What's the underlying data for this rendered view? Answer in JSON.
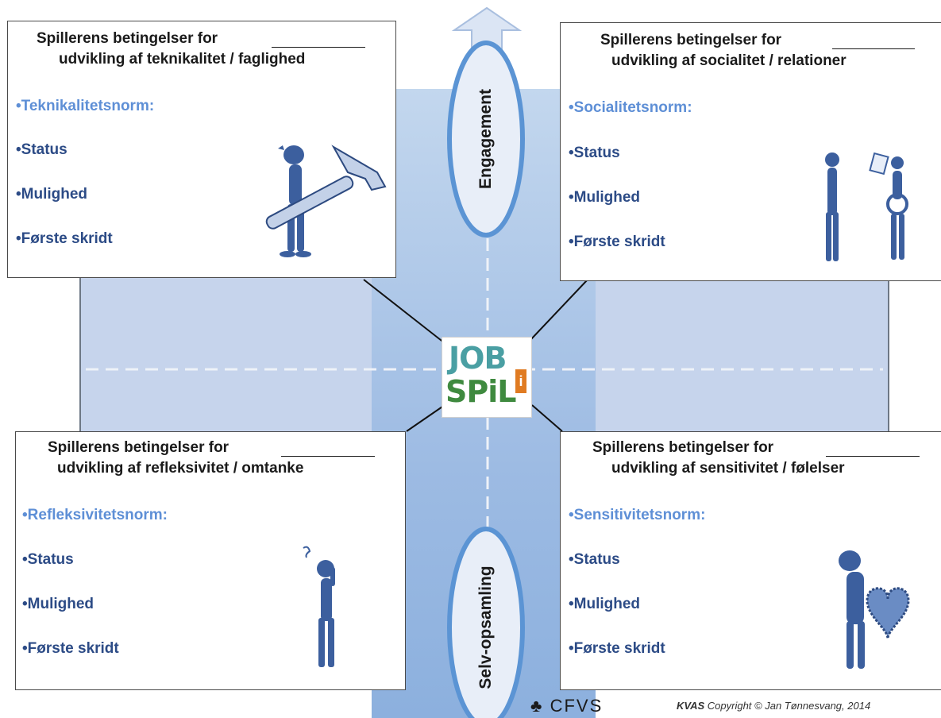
{
  "center_logo": {
    "line1": "JOB",
    "line2": "SPiL",
    "accent": "i"
  },
  "axes": {
    "top_label": "Engagement",
    "bottom_label": "Selv-opsamling"
  },
  "boxes": {
    "top_left": {
      "title_line1": "Spillerens betingelser for",
      "title_line2": "udvikling af teknikalitet / faglighed",
      "norm": "•Teknikalitetsnorm:",
      "items": [
        "•Status",
        "•Mulighed",
        "•Første skridt"
      ],
      "figure_icon": "man-with-hammer-icon"
    },
    "top_right": {
      "title_line1": "Spillerens betingelser for",
      "title_line2": "udvikling af socialitet / relationer",
      "norm": "•Socialitetsnorm:",
      "items": [
        "•Status",
        "•Mulighed",
        "•Første skridt"
      ],
      "figure_icon": "two-people-talking-icon"
    },
    "bottom_left": {
      "title_line1": "Spillerens betingelser for",
      "title_line2": "udvikling af refleksivitet / omtanke",
      "norm": "•Refleksivitetsnorm:",
      "items": [
        "•Status",
        "•Mulighed",
        "•Første skridt"
      ],
      "figure_icon": "thinking-person-icon"
    },
    "bottom_right": {
      "title_line1": "Spillerens betingelser for",
      "title_line2": "udvikling af sensitivitet / følelser",
      "norm": "•Sensitivitetsnorm:",
      "items": [
        "•Status",
        "•Mulighed",
        "•Første skridt"
      ],
      "figure_icon": "person-with-heart-icon"
    }
  },
  "footer": {
    "org": "CFVS",
    "copyright_brand": "KVAS",
    "copyright_text": " Copyright  © Jan Tønnesvang, 2014"
  },
  "colors": {
    "panel": "#c6d4ec",
    "strip": "#9dbbe3",
    "ellipse_border": "#5b94d4",
    "item_text": "#2c4b86",
    "norm_text": "#5e8fd6",
    "figure": "#3c5f9e"
  }
}
